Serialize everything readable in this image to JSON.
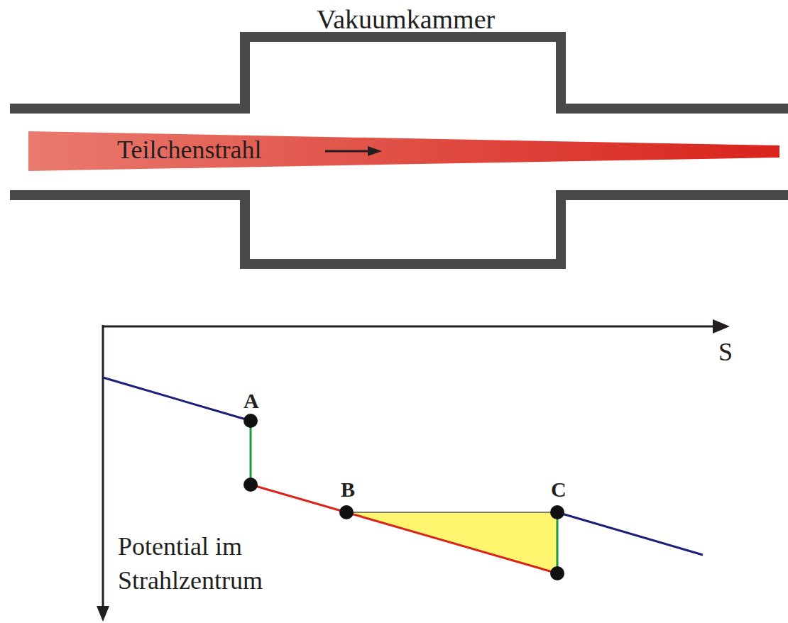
{
  "diagram": {
    "labels": [
      "Vakuumkammer",
      "Teilchenstrahl",
      "S",
      "A",
      "B",
      "C",
      "Potential im Strahlzentrum"
    ]
  }
}
